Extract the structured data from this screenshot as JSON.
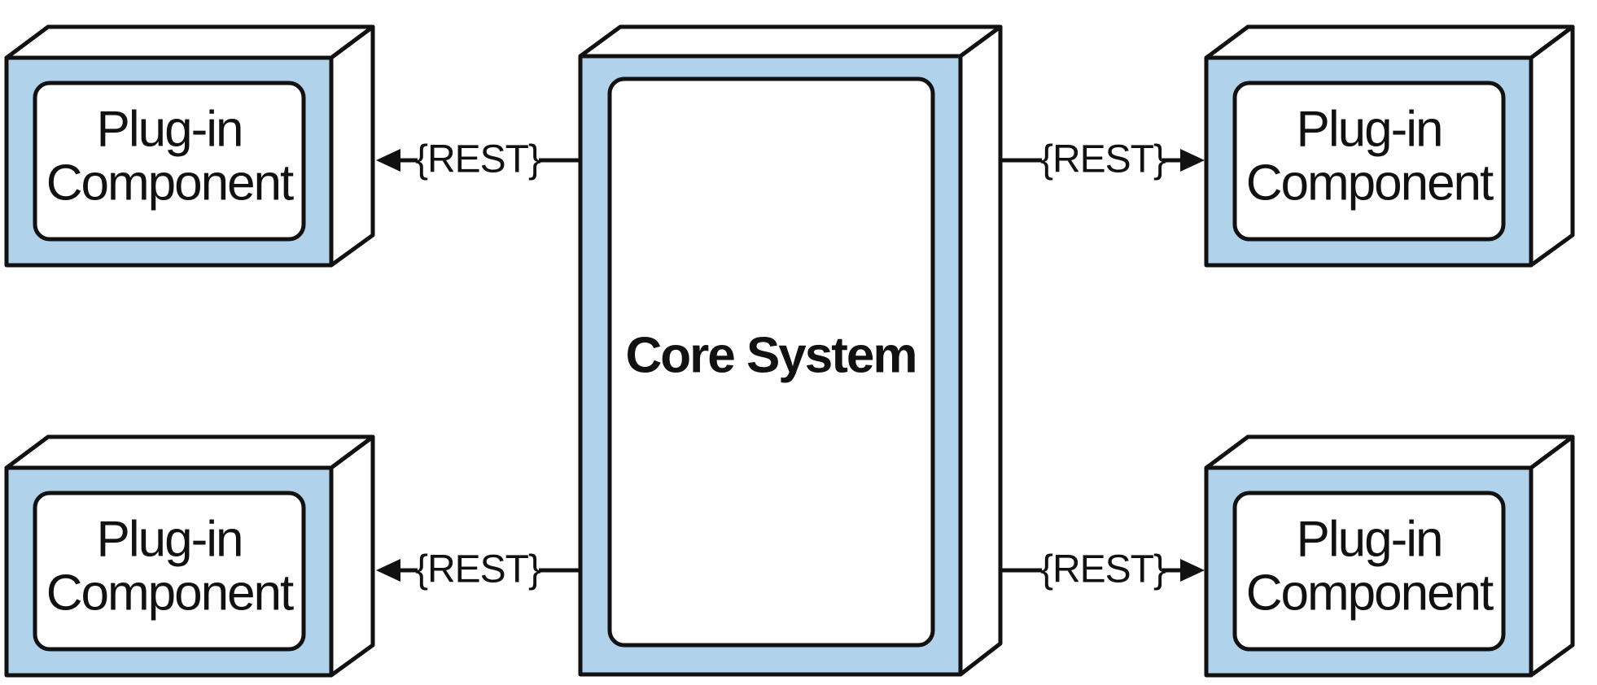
{
  "colors": {
    "face": "#b0d2ea",
    "inner": "#ffffff",
    "side": "#ffffff",
    "line": "#111111"
  },
  "core": {
    "label": "Core System"
  },
  "plugins": [
    {
      "line1": "Plug-in",
      "line2": "Component"
    },
    {
      "line1": "Plug-in",
      "line2": "Component"
    },
    {
      "line1": "Plug-in",
      "line2": "Component"
    },
    {
      "line1": "Plug-in",
      "line2": "Component"
    }
  ],
  "connections": [
    {
      "label": "{REST}"
    },
    {
      "label": "{REST}"
    },
    {
      "label": "{REST}"
    },
    {
      "label": "{REST}"
    }
  ]
}
